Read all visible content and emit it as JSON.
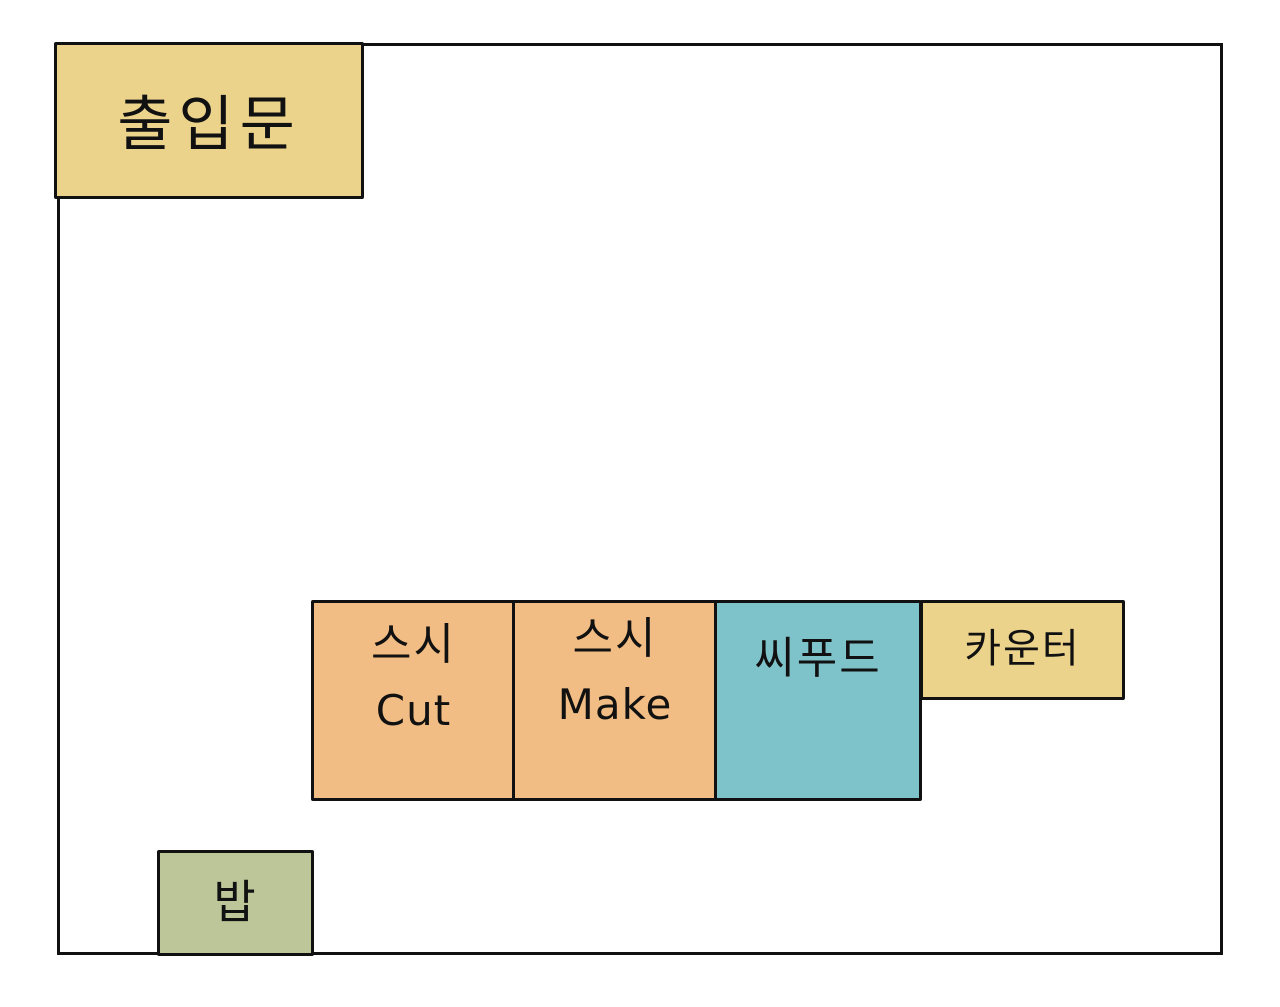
{
  "layout": {
    "entrance": {
      "label": "출입문",
      "color": "#ecd38c"
    },
    "stations": [
      {
        "id": "sushi-cut",
        "label": "스시",
        "sublabel": "Cut",
        "color": "#f2bd84"
      },
      {
        "id": "sushi-make",
        "label": "스시",
        "sublabel": "Make",
        "color": "#f2bd84"
      },
      {
        "id": "seafood",
        "label": "씨푸드",
        "color": "#7fc3ca"
      }
    ],
    "counter": {
      "label": "카운터",
      "color": "#ecd38c"
    },
    "rice": {
      "label": "밥",
      "color": "#bcc698"
    }
  }
}
